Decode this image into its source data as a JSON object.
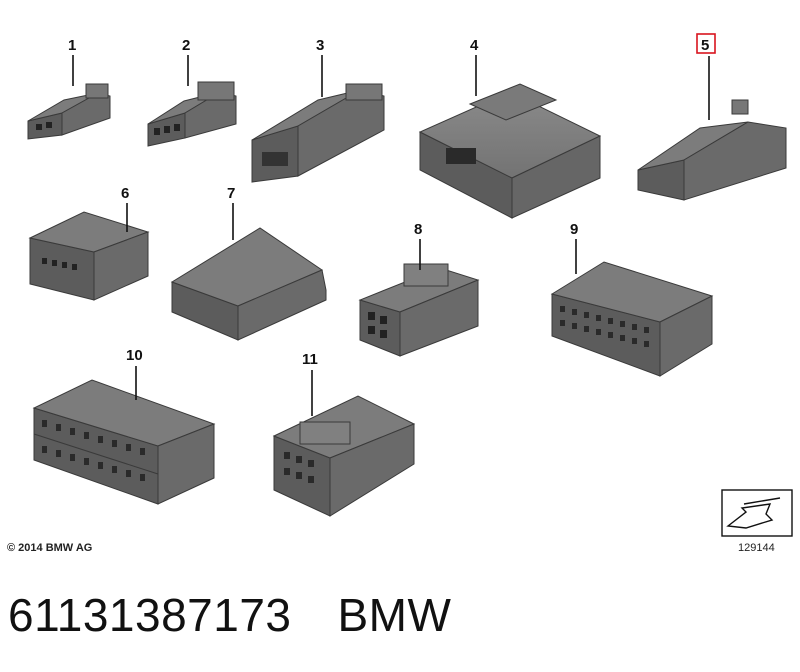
{
  "copyright": "© 2014 BMW AG",
  "drawing_number": "129144",
  "part_number": "61131387173",
  "brand": "BMW",
  "highlight_color": "#d9141e",
  "part_color": "#6b6b6b",
  "callouts": [
    {
      "label": "1",
      "highlighted": false
    },
    {
      "label": "2",
      "highlighted": false
    },
    {
      "label": "3",
      "highlighted": false
    },
    {
      "label": "4",
      "highlighted": false
    },
    {
      "label": "5",
      "highlighted": true
    },
    {
      "label": "6",
      "highlighted": false
    },
    {
      "label": "7",
      "highlighted": false
    },
    {
      "label": "8",
      "highlighted": false
    },
    {
      "label": "9",
      "highlighted": false
    },
    {
      "label": "10",
      "highlighted": false
    },
    {
      "label": "11",
      "highlighted": false
    }
  ],
  "icons": [
    "direction-arrow-icon"
  ]
}
